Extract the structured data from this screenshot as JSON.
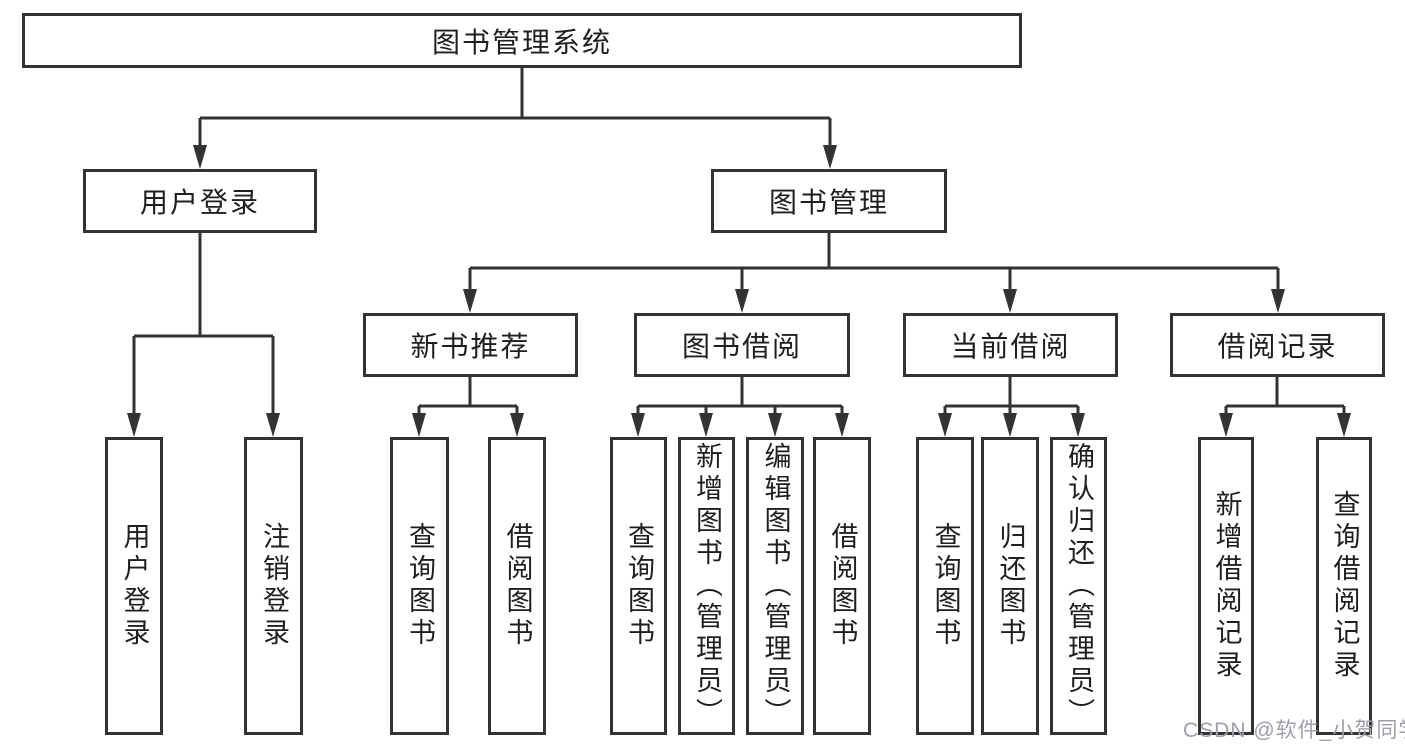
{
  "diagram": {
    "type": "tree",
    "line_color": "#333333",
    "tree": {
      "label": "图书管理系统",
      "children": [
        {
          "label": "用户登录",
          "children": [
            {
              "label": "用户登录"
            },
            {
              "label": "注销登录"
            }
          ]
        },
        {
          "label": "图书管理",
          "children": [
            {
              "label": "新书推荐",
              "children": [
                {
                  "label": "查询图书"
                },
                {
                  "label": "借阅图书"
                }
              ]
            },
            {
              "label": "图书借阅",
              "children": [
                {
                  "label": "查询图书"
                },
                {
                  "label": "新增图书（管理员）"
                },
                {
                  "label": "编辑图书（管理员）"
                },
                {
                  "label": "借阅图书"
                }
              ]
            },
            {
              "label": "当前借阅",
              "children": [
                {
                  "label": "查询图书"
                },
                {
                  "label": "归还图书"
                },
                {
                  "label": "确认归还（管理员）"
                }
              ]
            },
            {
              "label": "借阅记录",
              "children": [
                {
                  "label": "新增借阅记录"
                },
                {
                  "label": "查询借阅记录"
                }
              ]
            }
          ]
        }
      ]
    }
  },
  "watermark": "CSDN @软件_小贺同学"
}
